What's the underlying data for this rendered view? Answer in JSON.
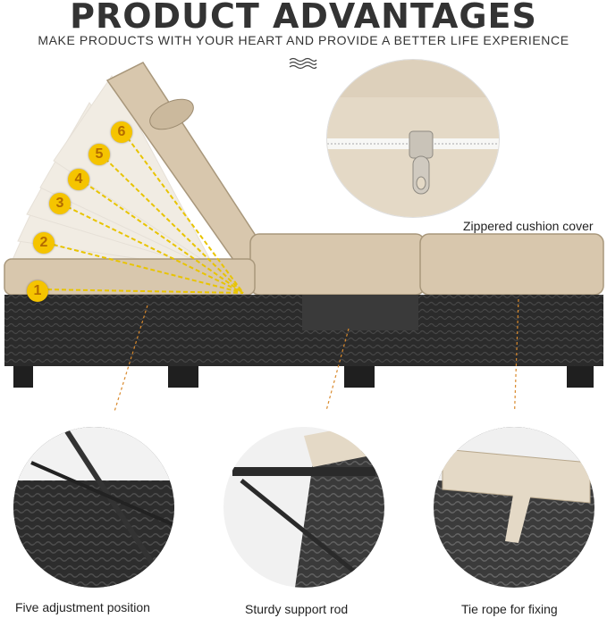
{
  "header": {
    "title": "PRODUCT ADVANTAGES",
    "subtitle": "MAKE PRODUCTS WITH YOUR HEART AND PROVIDE A BETTER LIFE EXPERIENCE"
  },
  "positions": [
    "1",
    "2",
    "3",
    "4",
    "5",
    "6"
  ],
  "features": {
    "zipper": "Zippered cushion cover",
    "adjust": "Five adjustment position",
    "rod": "Sturdy support rod",
    "rope": "Tie rope for fixing"
  },
  "colors": {
    "cushion": "#d9c9b0",
    "wicker": "#2a2a2a",
    "badge": "#f5c400",
    "dashed": "#d9892c"
  }
}
